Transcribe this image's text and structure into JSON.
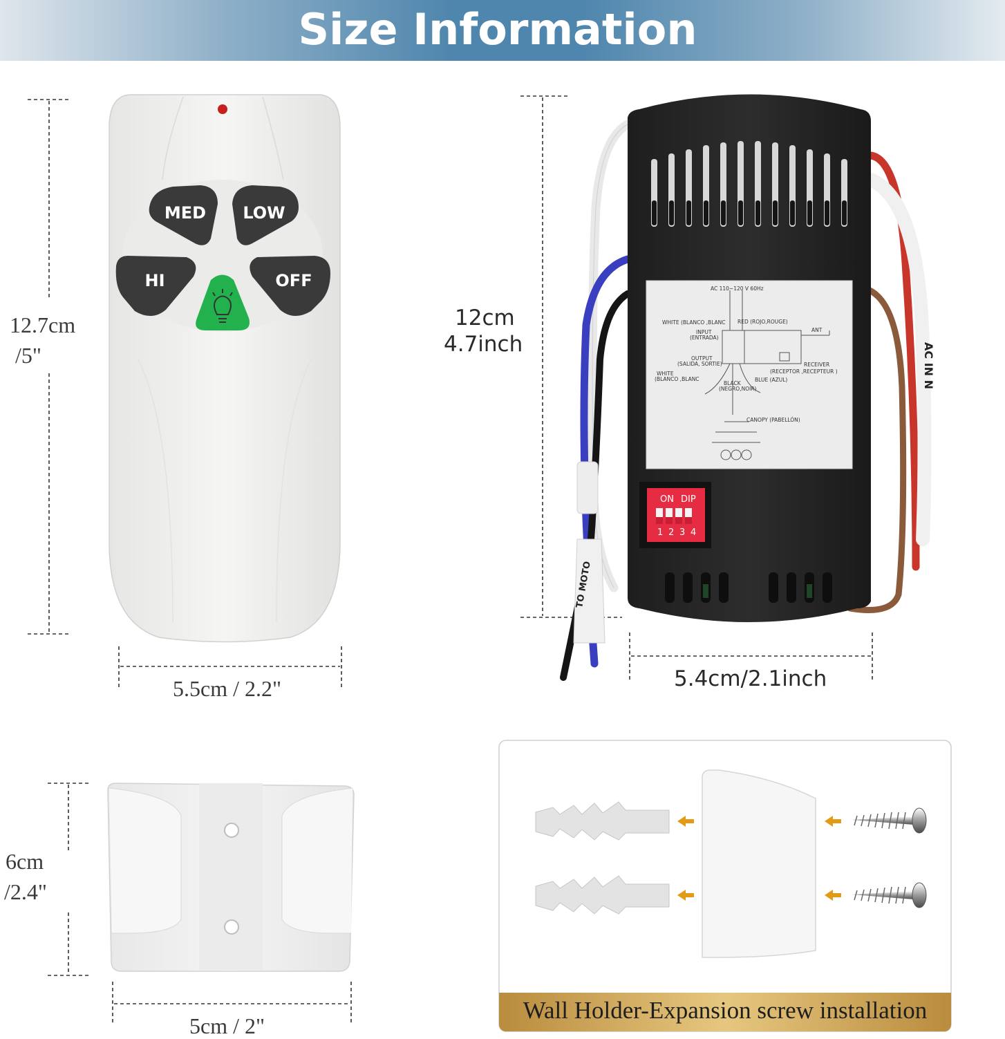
{
  "header": {
    "title": "Size Information"
  },
  "remote": {
    "buttons": {
      "med": "MED",
      "low": "LOW",
      "hi": "HI",
      "off": "OFF"
    },
    "height_label": "12.7cm",
    "height_label_2": "/5\"",
    "width_label": "5.5cm / 2.2\""
  },
  "receiver": {
    "height_label": "12cm",
    "height_label_2": "4.7inch",
    "width_label": "5.4cm/2.1inch",
    "dip": {
      "on": "ON",
      "dip": "DIP",
      "numbers": [
        "1",
        "2",
        "3",
        "4"
      ]
    },
    "wire_texts": {
      "ac_in": "AC IN N",
      "to_motor": "TO MOTO"
    },
    "diagram": {
      "ac": "AC 110~120 V 60Hz",
      "white": "WHITE (BLANCO ,BLANC",
      "red": "RED (ROJO,ROUGE)",
      "input": "INPUT",
      "input_2": "(ENTRADA)",
      "ant": "ANT",
      "output": "OUTPUT",
      "output_2": "(SALIDA, SORTIE)",
      "receiver": "RECEIVER",
      "receiver_2": "(RECEPTOR ,RECEPTEUR )",
      "white2": "WHITE",
      "white2_b": "(BLANCO ,BLANC",
      "black": "BLACK",
      "black_2": "(NEGRO,NOIR)",
      "blue": "BLUE (AZUL)",
      "canopy": "CANOPY (PABELLÓN)"
    }
  },
  "holder": {
    "height_label": "6cm",
    "height_label_2": "/2.4\"",
    "width_label": "5cm / 2\""
  },
  "install": {
    "caption": "Wall Holder-Expansion screw installation"
  },
  "colors": {
    "header_blue": "#4f86ad",
    "light_button": "#22b14c",
    "led": "#c81e1e",
    "dip_red": "#e52c42"
  }
}
